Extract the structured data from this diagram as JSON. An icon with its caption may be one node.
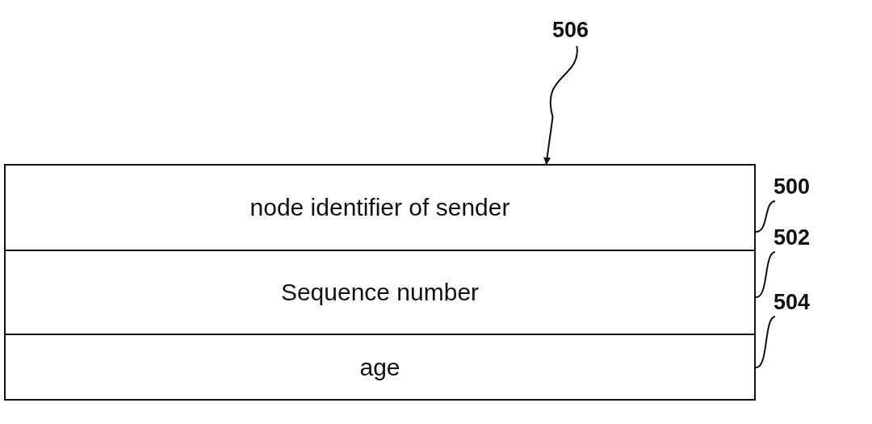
{
  "diagram": {
    "nodes": [
      {
        "text": [],
        "shape": "box"
      },
      {
        "text": [
          "node identifier of sender"
        ],
        "in": 0
      },
      {
        "text": [
          "Sequence number"
        ],
        "in": 0
      },
      {
        "text": [
          "age"
        ],
        "in": 0
      },
      {
        "text": [
          "506"
        ]
      },
      {
        "text": [
          "500"
        ]
      },
      {
        "text": [
          "502"
        ]
      },
      {
        "text": [
          "504"
        ]
      }
    ],
    "edges": [
      {
        "from": 4,
        "to": 0,
        "arrow": "to"
      },
      {
        "from": 5,
        "to": 1,
        "arrow": "none"
      },
      {
        "from": 6,
        "to": 2,
        "arrow": "none"
      },
      {
        "from": 7,
        "to": 3,
        "arrow": "none"
      }
    ]
  }
}
